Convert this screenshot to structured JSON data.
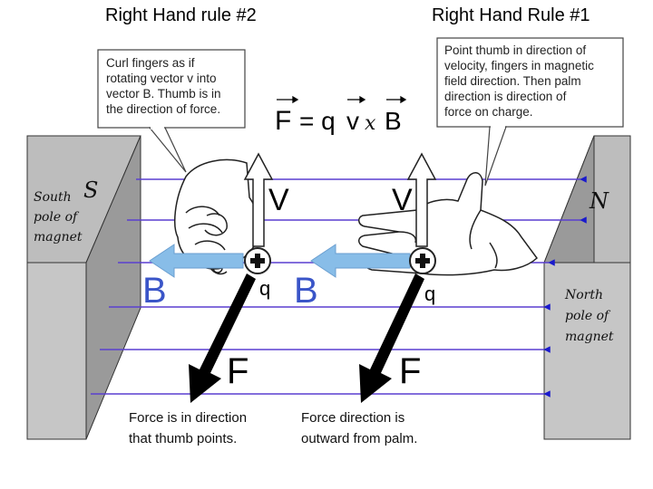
{
  "titles": {
    "left": "Right Hand rule #2",
    "right": "Right Hand Rule #1"
  },
  "callouts": {
    "left": [
      "Curl fingers as if",
      "rotating vector v into",
      "vector B. Thumb is in",
      "the direction of force."
    ],
    "right": [
      "Point thumb in direction of",
      "velocity, fingers in magnetic",
      "field direction. Then palm",
      "direction is direction of",
      "force on charge."
    ]
  },
  "equation": {
    "lhs": "F",
    "eq": "= q",
    "v": "v",
    "cross": "x",
    "b": "B"
  },
  "magnets": {
    "left": {
      "pole_letter": "S",
      "label": [
        "South",
        "pole of",
        "magnet"
      ]
    },
    "right": {
      "pole_letter": "N",
      "label": [
        "North",
        "pole of",
        "magnet"
      ]
    }
  },
  "vectors": {
    "velocity": "V",
    "field": "B",
    "force": "F",
    "charge": "q"
  },
  "captions": {
    "left": [
      "Force is in direction",
      "that thumb points."
    ],
    "right": [
      "Force direction is",
      "outward from palm."
    ]
  },
  "colors": {
    "field_line": "#5a3fd0",
    "field_arrow": "#1a1acc",
    "b_arrow": "#88bde8",
    "magnet_front": "#bdbdbd",
    "magnet_side": "#9a9a9a",
    "force_arrow": "#000000"
  }
}
